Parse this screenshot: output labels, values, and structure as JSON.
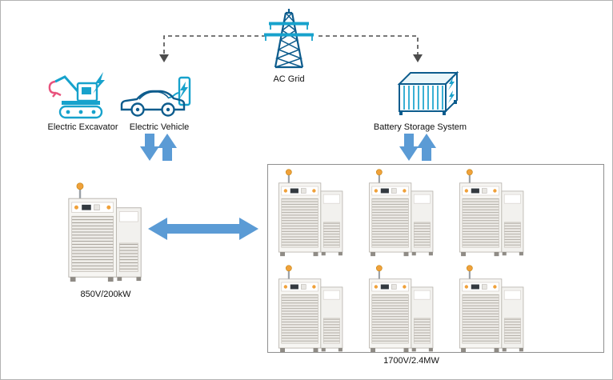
{
  "diagram": {
    "ac_grid": {
      "label": "AC Grid"
    },
    "excavator": {
      "label": "Electric Excavator"
    },
    "vehicle": {
      "label": "Electric Vehicle"
    },
    "battery_storage": {
      "label": "Battery Storage System"
    },
    "left_unit": {
      "label": "850V/200kW",
      "cabinet_count": 1
    },
    "right_unit": {
      "label": "1700V/2.4MW",
      "cabinet_count": 6,
      "layout": "2 rows x 3 columns"
    }
  },
  "colors": {
    "teal": "#17a2cc",
    "navy": "#0d5c8d",
    "pink": "#e8537d",
    "arrow": "#5b9bd5",
    "connector": "#4d4d4d",
    "orange": "#f0a13a"
  }
}
